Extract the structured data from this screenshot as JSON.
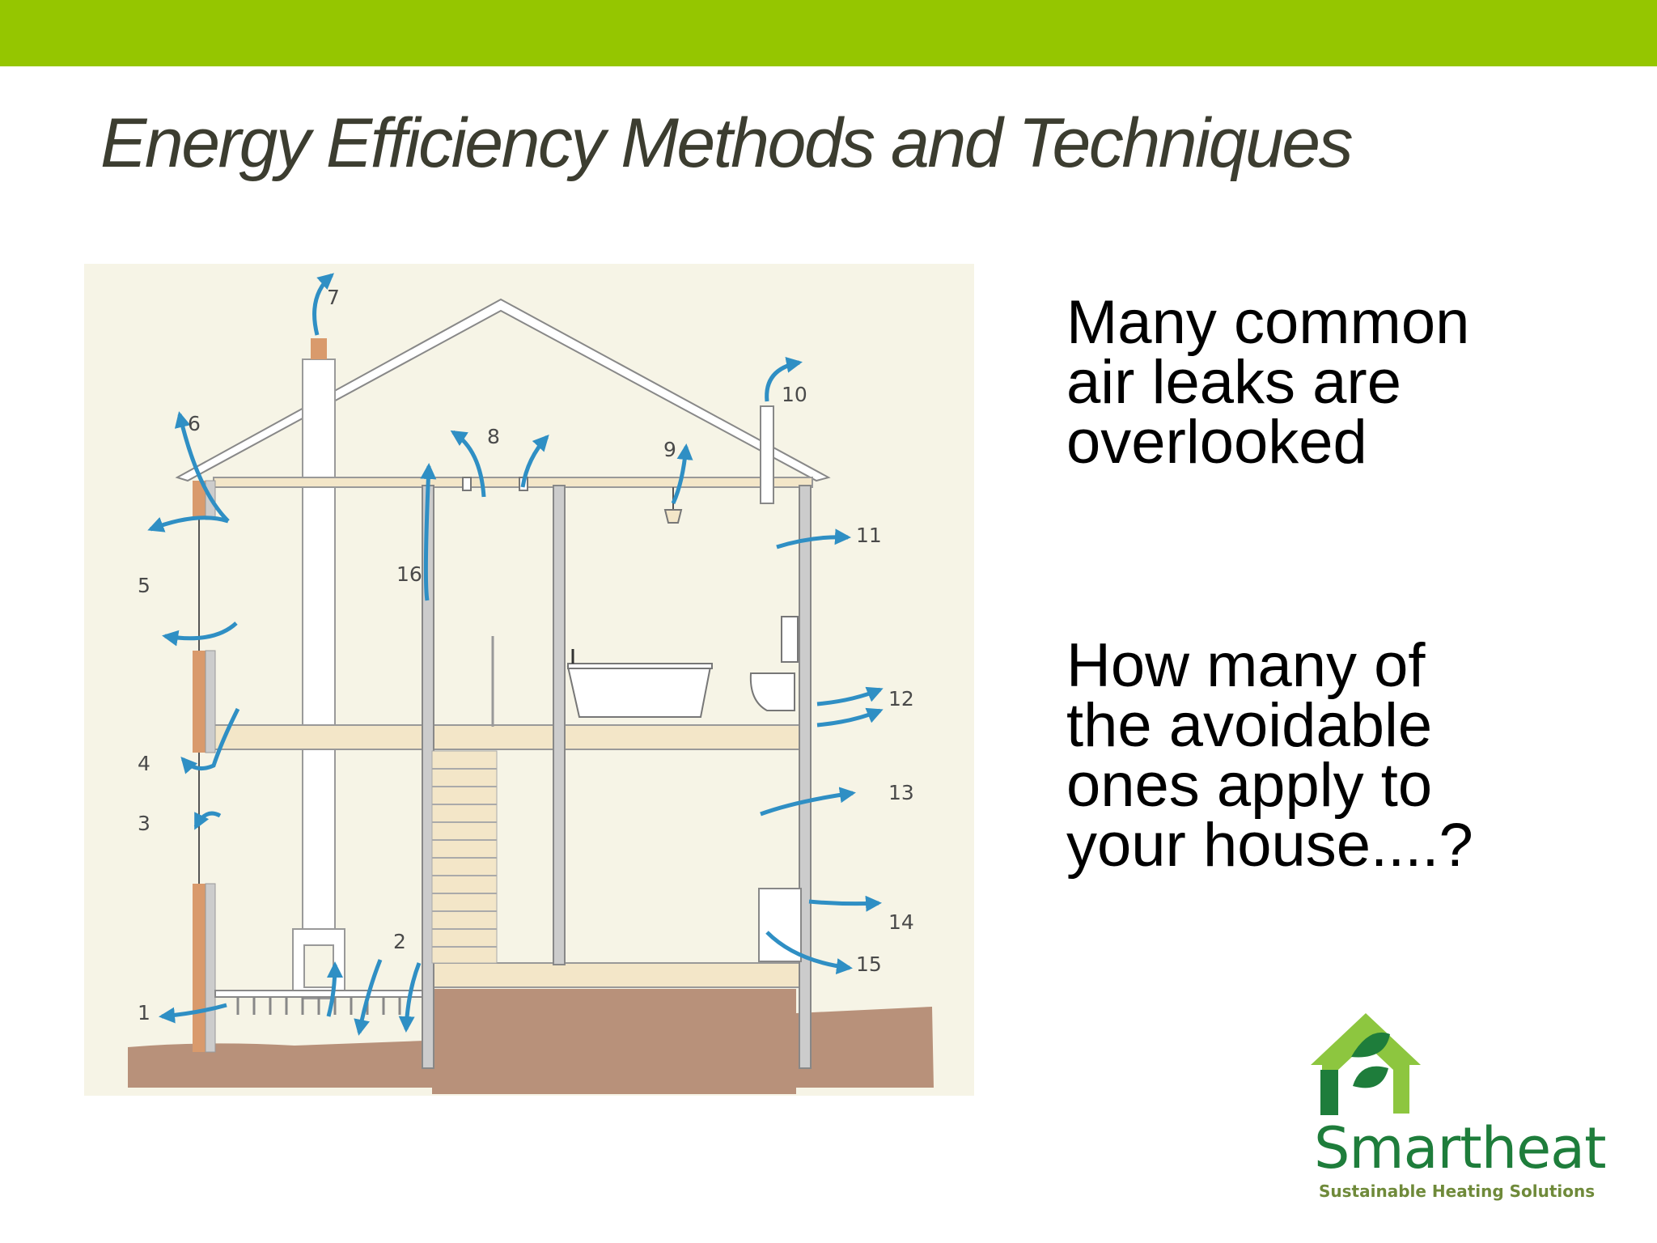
{
  "header": {
    "accent_color": "#95c600"
  },
  "slide": {
    "title": "Energy Efficiency Methods and Techniques",
    "text_block_1": "Many common\nair leaks are\noverlooked",
    "text_block_2": "How many of\nthe avoidable\nones apply to\nyour house....?"
  },
  "diagram": {
    "labels": [
      "1",
      "2",
      "3",
      "4",
      "5",
      "6",
      "7",
      "8",
      "9",
      "10",
      "11",
      "12",
      "13",
      "14",
      "15",
      "16"
    ],
    "arrow_color": "#2f8fc4"
  },
  "logo": {
    "name": "Smartheat",
    "tagline": "Sustainable Heating Solutions",
    "color": "#1e7d3b"
  }
}
